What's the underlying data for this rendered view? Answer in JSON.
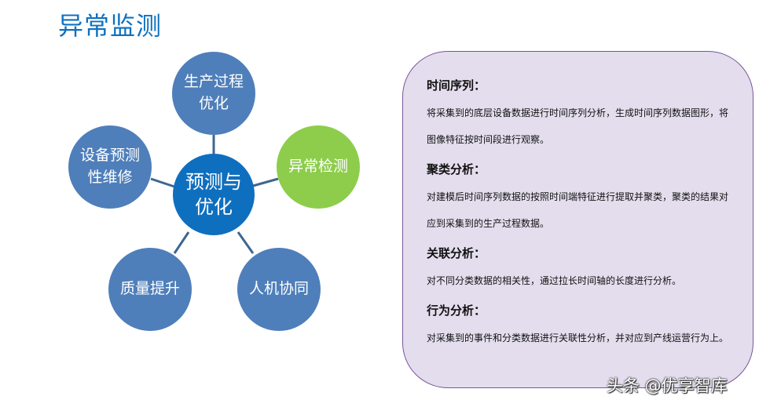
{
  "page": {
    "title": "异常监测"
  },
  "diagram": {
    "center": "预测与优化",
    "satellites": [
      {
        "id": "top",
        "label": "生产过程优化"
      },
      {
        "id": "right",
        "label": "异常检测"
      },
      {
        "id": "bottom-right",
        "label": "人机协同"
      },
      {
        "id": "bottom-left",
        "label": "质量提升"
      },
      {
        "id": "left",
        "label": "设备预测性维修"
      }
    ],
    "colors": {
      "satellite": "#4f7fba",
      "highlight": "#8dcd4b",
      "center": "#0f6fbf",
      "line": "#3e6790"
    }
  },
  "panel": {
    "sections": [
      {
        "heading": "时间序列：",
        "body": "将采集到的底层设备数据进行时间序列分析，生成时间序列数据图形，将图像特征按时间段进行观察。"
      },
      {
        "heading": "聚类分析：",
        "body": "对建模后时间序列数据的按照时间端特征进行提取并聚类，聚类的结果对应到采集到的生产过程数据。"
      },
      {
        "heading": "关联分析：",
        "body": "对不同分类数据的相关性，通过拉长时间轴的长度进行分析。"
      },
      {
        "heading": "行为分析：",
        "body": "对采集到的事件和分类数据进行关联性分析，并对应到产线运营行为上。"
      }
    ]
  },
  "watermark": "头条 @优享智库"
}
